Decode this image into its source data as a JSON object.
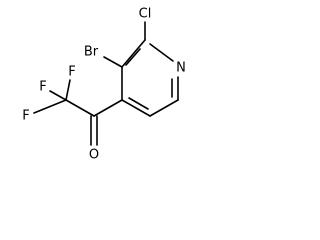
{
  "molecule": {
    "atoms": {
      "chlorine": "Cl",
      "bromine": "Br",
      "nitrogen": "N",
      "oxygen": "O",
      "fluorine_1": "F",
      "fluorine_2": "F",
      "fluorine_3": "F"
    }
  }
}
